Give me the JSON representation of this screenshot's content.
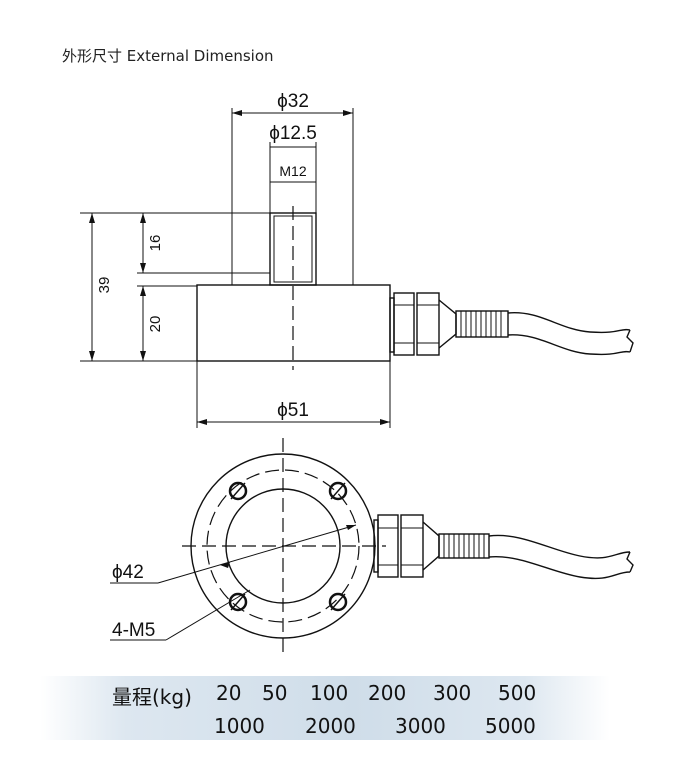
{
  "title": "外形尺寸 External Dimension",
  "dimensions": {
    "phi32": "ϕ32",
    "phi12_5": "ϕ12.5",
    "m12": "M12",
    "h16": "16",
    "h39": "39",
    "h20": "20",
    "phi51": "ϕ51",
    "phi42": "ϕ42",
    "holes": "4-M5"
  },
  "capacity": {
    "label": "量程(kg)",
    "row1": [
      "20",
      "50",
      "100",
      "200",
      "300",
      "500"
    ],
    "row2": [
      "1000",
      "2000",
      "3000",
      "5000"
    ]
  }
}
